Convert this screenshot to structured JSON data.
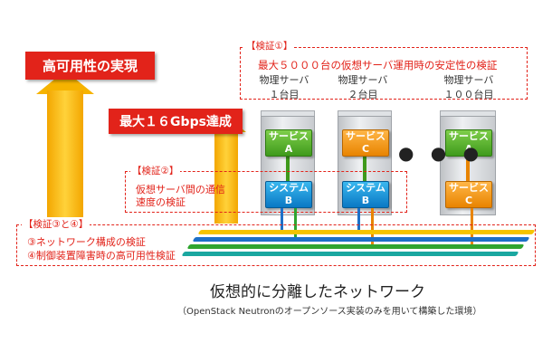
{
  "left": {
    "goal_label": "高可用性の実現",
    "speed_label": "最大１６Gbps達成"
  },
  "verification1": {
    "tag": "【検証①】",
    "text": "最大５０００台の仮想サーバ運用時の安定性の検証",
    "servers": [
      {
        "label_line1": "物理サーバ",
        "label_line2": "１台目"
      },
      {
        "label_line1": "物理サーバ",
        "label_line2": "２台目"
      },
      {
        "label_line1": "物理サーバ",
        "label_line2": "１００台目"
      }
    ]
  },
  "verification2": {
    "tag": "【検証②】",
    "line1": "仮想サーバ間の通信",
    "line2": "速度の検証"
  },
  "verification34": {
    "tag": "【検証③と④】",
    "line1": "③ネットワーク構成の検証",
    "line2": "④制御装置障害時の高可用性検証"
  },
  "modules": {
    "s1_top": {
      "line1": "サービス",
      "line2": "A"
    },
    "s1_bottom": {
      "line1": "システム",
      "line2": "B"
    },
    "s2_top": {
      "line1": "サービス",
      "line2": "C"
    },
    "s2_bottom": {
      "line1": "システム",
      "line2": "B"
    },
    "s3_top": {
      "line1": "サービス",
      "line2": "A"
    },
    "s3_bottom": {
      "line1": "サービス",
      "line2": "C"
    }
  },
  "ellipsis": "● ● ●",
  "network": {
    "title": "仮想的に分離したネットワーク",
    "subtitle": "（OpenStack Neutronのオープンソース実装のみを用いて構築した環境）"
  },
  "colors": {
    "red": "#e2231a",
    "arrow": "#f6b300",
    "green": "#3f9a1c",
    "orange": "#e88400",
    "blue": "#0a78c4",
    "net_yellow": "#f5c400",
    "net_blue": "#1d70c8",
    "net_green": "#2fa52f",
    "net_teal": "#1aa7a0"
  }
}
